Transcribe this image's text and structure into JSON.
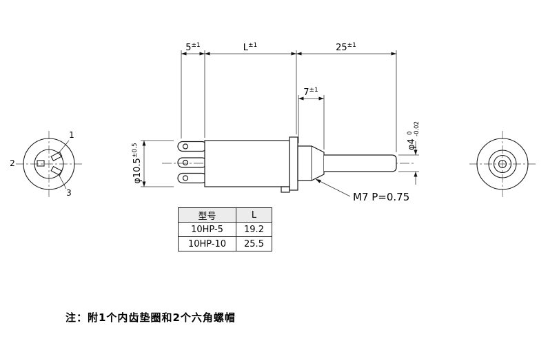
{
  "views": {
    "front": {
      "pin_labels": [
        "1",
        "2",
        "3"
      ]
    }
  },
  "dimensions": {
    "d5": {
      "value": "5",
      "tol": "±1"
    },
    "dL": {
      "value": "L",
      "tol": "±1"
    },
    "d25": {
      "value": "25",
      "tol": "±1"
    },
    "d7": {
      "value": "7",
      "tol": "±1"
    },
    "dia_body": {
      "value": "φ10.5",
      "tol": "±0.5"
    },
    "dia_shaft": {
      "value": "φ4",
      "upper": "0",
      "lower": "-0.02"
    },
    "thread": "M7 P=0.75"
  },
  "table": {
    "headers": [
      "型号",
      "L"
    ],
    "rows": [
      [
        "10HP-5",
        "19.2"
      ],
      [
        "10HP-10",
        "25.5"
      ]
    ]
  },
  "note": "注：附1个内齿垫圈和2个六角螺帽",
  "colors": {
    "line": "#1a1a1a",
    "dim": "#333333",
    "table_header_bg": "#ececec",
    "background": "#ffffff"
  }
}
